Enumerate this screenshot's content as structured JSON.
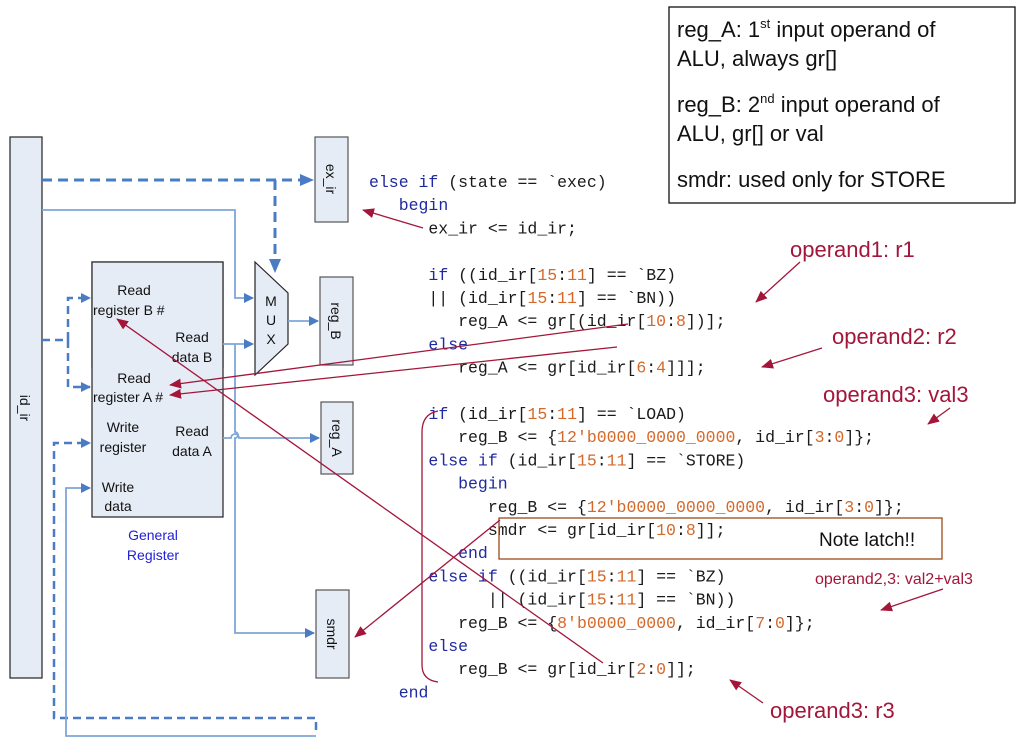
{
  "legend": {
    "line1_prefix": "reg_A: 1",
    "line1_sup": "st",
    "line1_suffix": " input operand of",
    "line2": "ALU, always gr[]",
    "line3_prefix": "reg_B: 2",
    "line3_sup": "nd",
    "line3_suffix": " input operand of",
    "line4": "ALU, gr[] or val",
    "line5": "smdr: used only for STORE"
  },
  "blocks": {
    "id_ir": "id_ir",
    "ex_ir": "ex_ir",
    "reg_B": "reg_B",
    "reg_A": "reg_A",
    "smdr": "smdr",
    "mux": [
      "M",
      "U",
      "X"
    ]
  },
  "general_register": {
    "title_line1": "General",
    "title_line2": "Register",
    "ports": {
      "read_reg_b_1": "Read",
      "read_reg_b_2": "register B  #",
      "read_data_b_1": "Read",
      "read_data_b_2": "data B",
      "read_reg_a_1": "Read",
      "read_reg_a_2": "register A  #",
      "write_reg_1": "Write",
      "write_reg_2": "register",
      "read_data_a_1": "Read",
      "read_data_a_2": "data A",
      "write_data_1": "Write",
      "write_data_2": "data"
    }
  },
  "code": [
    [
      {
        "t": "else if",
        "c": "kw"
      },
      {
        "t": " (state == `exec)"
      }
    ],
    [
      {
        "t": "   "
      },
      {
        "t": "begin",
        "c": "kw"
      }
    ],
    [
      {
        "t": "      ex_ir <= id_ir;"
      }
    ],
    [
      {
        "t": ""
      }
    ],
    [
      {
        "t": "      "
      },
      {
        "t": "if",
        "c": "kw"
      },
      {
        "t": " ((id_ir["
      },
      {
        "t": "15",
        "c": "num"
      },
      {
        "t": ":"
      },
      {
        "t": "11",
        "c": "num"
      },
      {
        "t": "] == `BZ)"
      }
    ],
    [
      {
        "t": "      || (id_ir["
      },
      {
        "t": "15",
        "c": "num"
      },
      {
        "t": ":"
      },
      {
        "t": "11",
        "c": "num"
      },
      {
        "t": "] == `BN))"
      }
    ],
    [
      {
        "t": "         reg_A <= gr[(id_ir["
      },
      {
        "t": "10",
        "c": "num"
      },
      {
        "t": ":"
      },
      {
        "t": "8",
        "c": "num"
      },
      {
        "t": "])];"
      }
    ],
    [
      {
        "t": "      "
      },
      {
        "t": "else",
        "c": "kw"
      }
    ],
    [
      {
        "t": "         reg_A <= gr[id_ir["
      },
      {
        "t": "6",
        "c": "num"
      },
      {
        "t": ":"
      },
      {
        "t": "4",
        "c": "num"
      },
      {
        "t": "]]];"
      }
    ],
    [
      {
        "t": ""
      }
    ],
    [
      {
        "t": "      "
      },
      {
        "t": "if",
        "c": "kw"
      },
      {
        "t": " (id_ir["
      },
      {
        "t": "15",
        "c": "num"
      },
      {
        "t": ":"
      },
      {
        "t": "11",
        "c": "num"
      },
      {
        "t": "] == `LOAD)"
      }
    ],
    [
      {
        "t": "         reg_B <= {"
      },
      {
        "t": "12'b0000_0000_0000",
        "c": "num"
      },
      {
        "t": ", id_ir["
      },
      {
        "t": "3",
        "c": "num"
      },
      {
        "t": ":"
      },
      {
        "t": "0",
        "c": "num"
      },
      {
        "t": "]};"
      }
    ],
    [
      {
        "t": "      "
      },
      {
        "t": "else if",
        "c": "kw"
      },
      {
        "t": " (id_ir["
      },
      {
        "t": "15",
        "c": "num"
      },
      {
        "t": ":"
      },
      {
        "t": "11",
        "c": "num"
      },
      {
        "t": "] == `STORE)"
      }
    ],
    [
      {
        "t": "         "
      },
      {
        "t": "begin",
        "c": "kw"
      }
    ],
    [
      {
        "t": "            reg_B <= {"
      },
      {
        "t": "12'b0000_0000_0000",
        "c": "num"
      },
      {
        "t": ", id_ir["
      },
      {
        "t": "3",
        "c": "num"
      },
      {
        "t": ":"
      },
      {
        "t": "0",
        "c": "num"
      },
      {
        "t": "]};"
      }
    ],
    [
      {
        "t": "            smdr <= gr[id_ir["
      },
      {
        "t": "10",
        "c": "num"
      },
      {
        "t": ":"
      },
      {
        "t": "8",
        "c": "num"
      },
      {
        "t": "]];"
      }
    ],
    [
      {
        "t": "         "
      },
      {
        "t": "end",
        "c": "kw"
      }
    ],
    [
      {
        "t": "      "
      },
      {
        "t": "else if",
        "c": "kw"
      },
      {
        "t": " ((id_ir["
      },
      {
        "t": "15",
        "c": "num"
      },
      {
        "t": ":"
      },
      {
        "t": "11",
        "c": "num"
      },
      {
        "t": "] == `BZ)"
      }
    ],
    [
      {
        "t": "            || (id_ir["
      },
      {
        "t": "15",
        "c": "num"
      },
      {
        "t": ":"
      },
      {
        "t": "11",
        "c": "num"
      },
      {
        "t": "] == `BN))"
      }
    ],
    [
      {
        "t": "         reg_B <= {"
      },
      {
        "t": "8'b0000_0000",
        "c": "num"
      },
      {
        "t": ", id_ir["
      },
      {
        "t": "7",
        "c": "num"
      },
      {
        "t": ":"
      },
      {
        "t": "0",
        "c": "num"
      },
      {
        "t": "]};"
      }
    ],
    [
      {
        "t": "      "
      },
      {
        "t": "else",
        "c": "kw"
      }
    ],
    [
      {
        "t": "         reg_B <= gr[id_ir["
      },
      {
        "t": "2",
        "c": "num"
      },
      {
        "t": ":"
      },
      {
        "t": "0",
        "c": "num"
      },
      {
        "t": "]];"
      }
    ],
    [
      {
        "t": "   "
      },
      {
        "t": "end",
        "c": "kw"
      }
    ]
  ],
  "annotations": {
    "operand1": "operand1: r1",
    "operand2": "operand2: r2",
    "operand3_val": "operand3: val3",
    "operand23": "operand2,3: val2+val3",
    "operand3_r": "operand3: r3",
    "note_latch": "Note latch!!"
  },
  "colors": {
    "wire": "#4a7cc4",
    "wire_light": "#7fa6d8",
    "block_fill": "#e6ecf6",
    "annotation": "#a3163a",
    "keyword": "#1f2aa0",
    "number": "#d4692a",
    "note_border": "#9b4a1a"
  }
}
